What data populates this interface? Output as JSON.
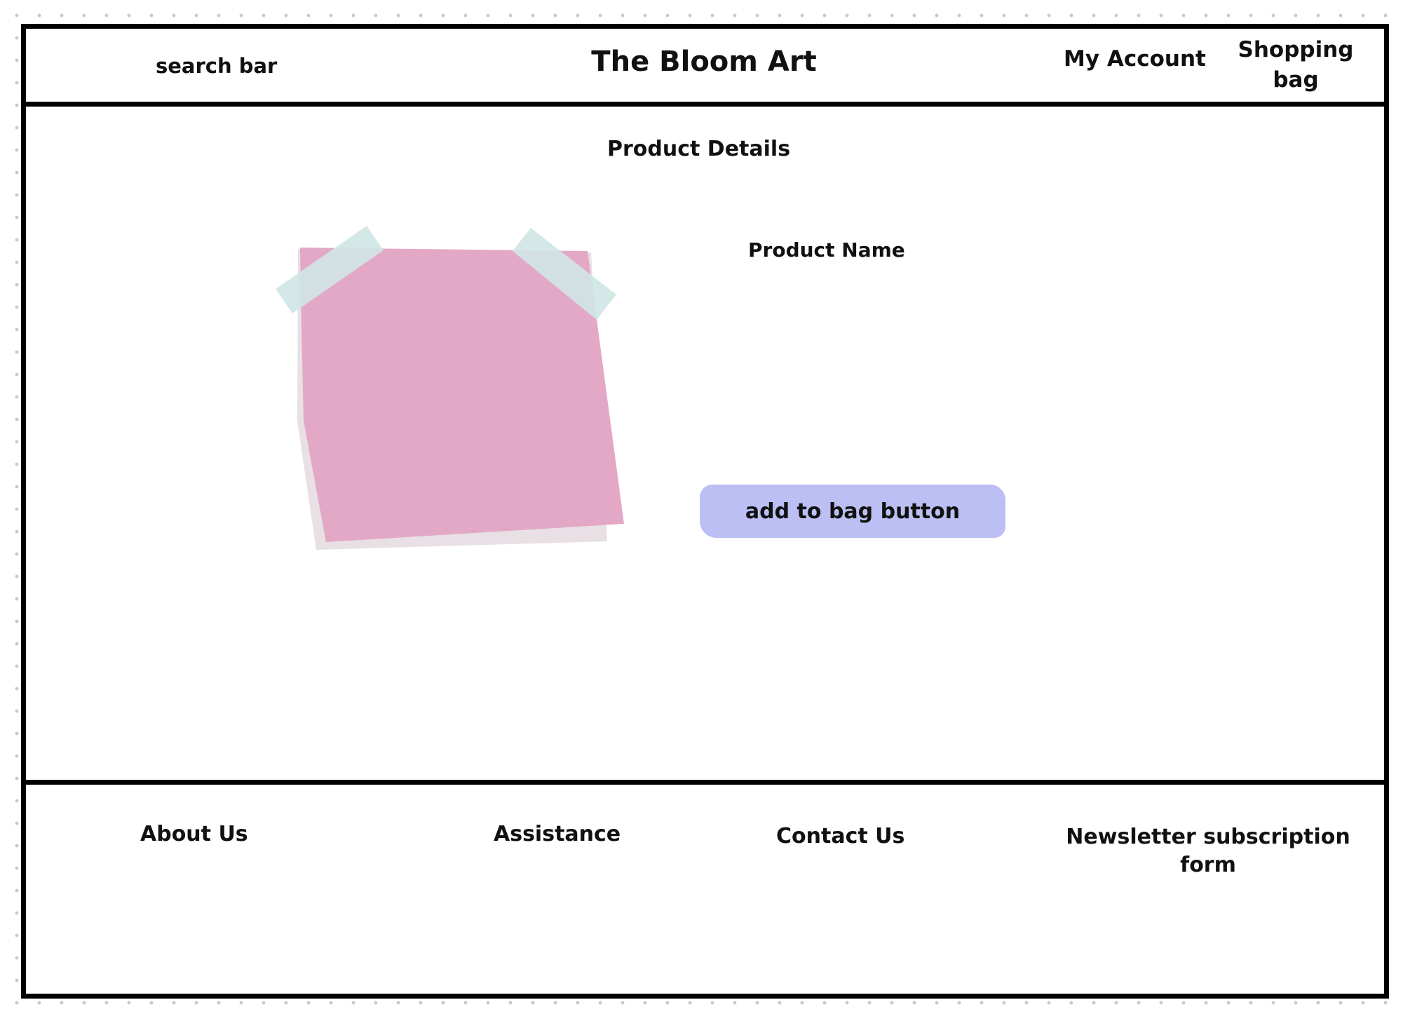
{
  "header": {
    "search_label": "search bar",
    "brand_title": "The Bloom Art",
    "account_label": "My Account",
    "bag_label_line1": "Shopping",
    "bag_label_line2": "bag"
  },
  "main": {
    "section_title": "Product Details",
    "product_name": "Product Name",
    "add_to_bag_label": "add to bag button",
    "product_image": {
      "icon": "sticky-note-image-placeholder",
      "note_color": "#e3a8c6",
      "shadow_color": "#e8e0e4",
      "tape_color": "#cfe6e5"
    },
    "button_color": "#bcbff4"
  },
  "footer": {
    "about_label": "About Us",
    "assistance_label": "Assistance",
    "contact_label": "Contact Us",
    "newsletter_line1": "Newsletter subscription",
    "newsletter_line2": "form"
  }
}
